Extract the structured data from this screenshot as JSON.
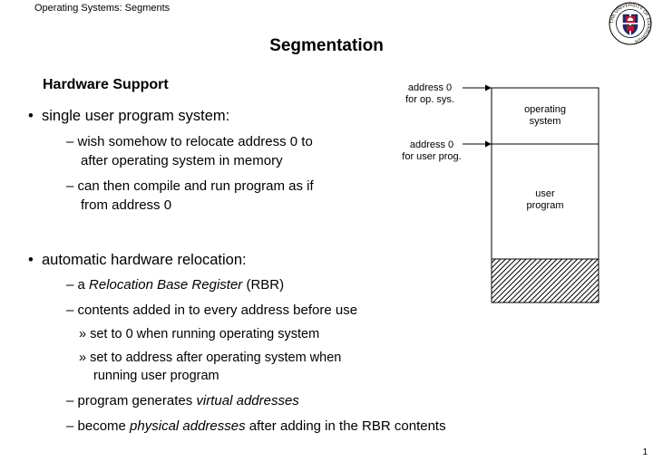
{
  "header": {
    "course": "Operating Systems: Segments"
  },
  "crest": {
    "text": "THE UNIVERSITY OF EDINBURGH"
  },
  "slide": {
    "title": "Segmentation",
    "subtitle": "Hardware Support",
    "page_number": "1"
  },
  "bullets": {
    "b1": "single user program system:",
    "b1_s1_a": "– wish somehow to relocate address 0 to",
    "b1_s1_b": "after operating system in memory",
    "b1_s2_a": "– can then compile and run program as if",
    "b1_s2_b": "from address 0",
    "b2": "automatic hardware relocation:",
    "b2_s1_pre": "– a ",
    "b2_s1_em": "Relocation Base Register",
    "b2_s1_post": " (RBR)",
    "b2_s2": "– contents added in to every address before use",
    "b2_s2_i1": "» set to 0 when running operating system",
    "b2_s2_i2_a": "» set to address after operating system when",
    "b2_s2_i2_b": "running user program",
    "b2_s3_pre": "– program generates ",
    "b2_s3_em": "virtual addresses",
    "b2_s4_pre": "– become ",
    "b2_s4_em": "physical addresses",
    "b2_s4_post": " after adding in the RBR contents"
  },
  "diagram": {
    "addr_os_1": "address 0",
    "addr_os_2": "for op. sys.",
    "addr_user_1": "address 0",
    "addr_user_2": "for user prog.",
    "os_label_1": "operating",
    "os_label_2": "system",
    "user_label_1": "user",
    "user_label_2": "program"
  }
}
